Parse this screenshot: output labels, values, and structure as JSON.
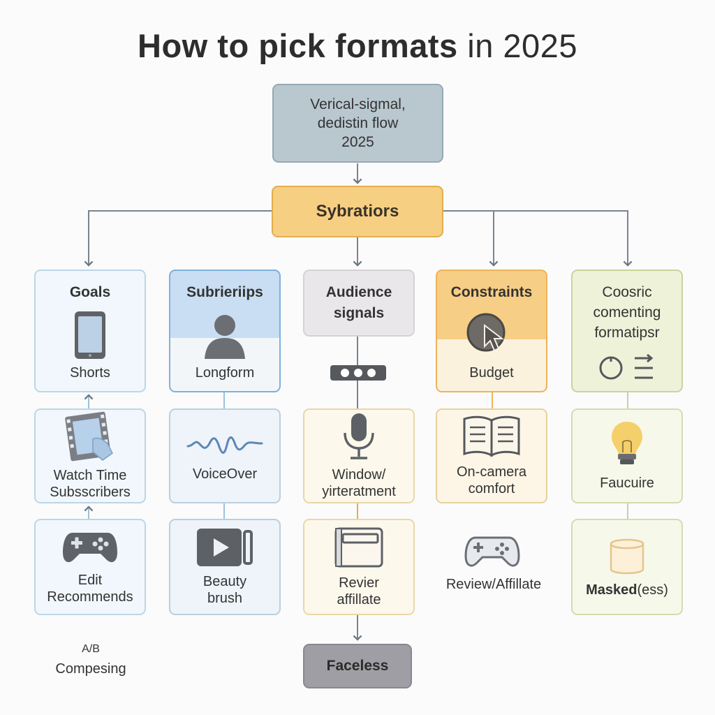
{
  "title": {
    "main": "How to pick formats",
    "year": "in 2025"
  },
  "top_node": {
    "line1": "Verical-sigmal,",
    "line2": "dedistin flow",
    "line3": "2025"
  },
  "mid_node": {
    "label": "Sybratiors"
  },
  "headers": [
    {
      "title": "Goals",
      "bottom": "Shorts",
      "icon": "tablet-icon"
    },
    {
      "title": "Subrieriips",
      "bottom": "Longform",
      "icon": "person-icon"
    },
    {
      "title": "Audience signals",
      "bottom": "",
      "icon": "slider-dots-icon"
    },
    {
      "title": "Constraints",
      "bottom": "Budget",
      "icon": "cursor-click-icon"
    },
    {
      "title": "Coosric comenting formatipsr",
      "bottom": "",
      "icon": "list-toggle-icon"
    }
  ],
  "row2": [
    {
      "line1": "Watch Time",
      "line2": "Subsscribers",
      "icon": "film-hand-icon"
    },
    {
      "line1": "VoiceOver",
      "line2": "",
      "icon": "waveform-icon"
    },
    {
      "line1": "Window/",
      "line2": "yirteratment",
      "icon": "microphone-icon"
    },
    {
      "line1": "On-camera",
      "line2": "comfort",
      "icon": "open-book-icon"
    },
    {
      "line1": "Faucuire",
      "line2": "",
      "icon": "lightbulb-icon"
    }
  ],
  "row3": [
    {
      "line1": "Edit",
      "line2": "Recommends",
      "icon": "gamepad-icon"
    },
    {
      "line1": "Beauty",
      "line2": "brush",
      "icon": "video-play-icon"
    },
    {
      "line1": "Revier",
      "line2": "affillate",
      "icon": "window-icon"
    },
    {
      "line1": "Review/Affillate",
      "line2": "",
      "icon": "gamepad-outline-icon"
    },
    {
      "line1": "Masked",
      "line2": "(ess)",
      "icon": "box-icon"
    }
  ],
  "footer_left": {
    "line1": "A/B",
    "line2": "Compesing"
  },
  "bottom_node": {
    "label": "Faceless"
  },
  "colors": {
    "top": "#b9c7cf",
    "mid": "#f6cf83",
    "blue": "#bcd6e8",
    "orange": "#f0b35a",
    "green": "#d3dcb0",
    "gray": "#9e9ea4"
  }
}
